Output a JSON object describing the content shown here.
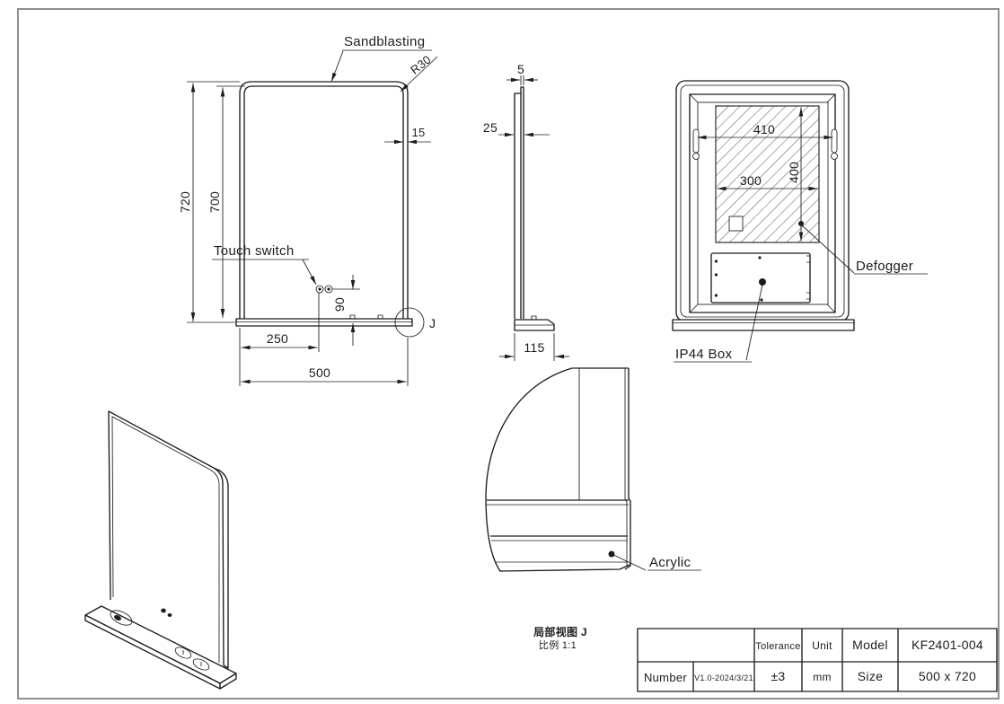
{
  "drawing": {
    "line_color": "#1c1c1c",
    "border_color": "#8f8f8f"
  },
  "front_view": {
    "sandblasting_label": "Sandblasting",
    "radius_label": "R30",
    "frame_width": "15",
    "height_outer": "720",
    "height_inner": "700",
    "touch_switch_label": "Touch switch",
    "switch_height": "90",
    "switch_offset": "250",
    "width": "500",
    "detail_marker": "J"
  },
  "side_view": {
    "glass_thickness": "5",
    "depth": "25",
    "shelf_depth": "115"
  },
  "back_view": {
    "hanger_span": "410",
    "defogger_height": "400",
    "defogger_width": "300",
    "defogger_label": "Defogger",
    "junction_box_label": "IP44  Box"
  },
  "detail_view": {
    "acrylic_label": "Acrylic",
    "caption_title": "局部视图 J",
    "caption_scale": "比例 1:1"
  },
  "title_block": {
    "tolerance_label": "Tolerance",
    "tolerance_value": "±3",
    "unit_label": "Unit",
    "unit_value": "mm",
    "model_label": "Model",
    "model_value": "KF2401-004",
    "number_label": "Number",
    "number_value": "V1.0-2024/3/21",
    "size_label": "Size",
    "size_value": "500 x 720"
  }
}
